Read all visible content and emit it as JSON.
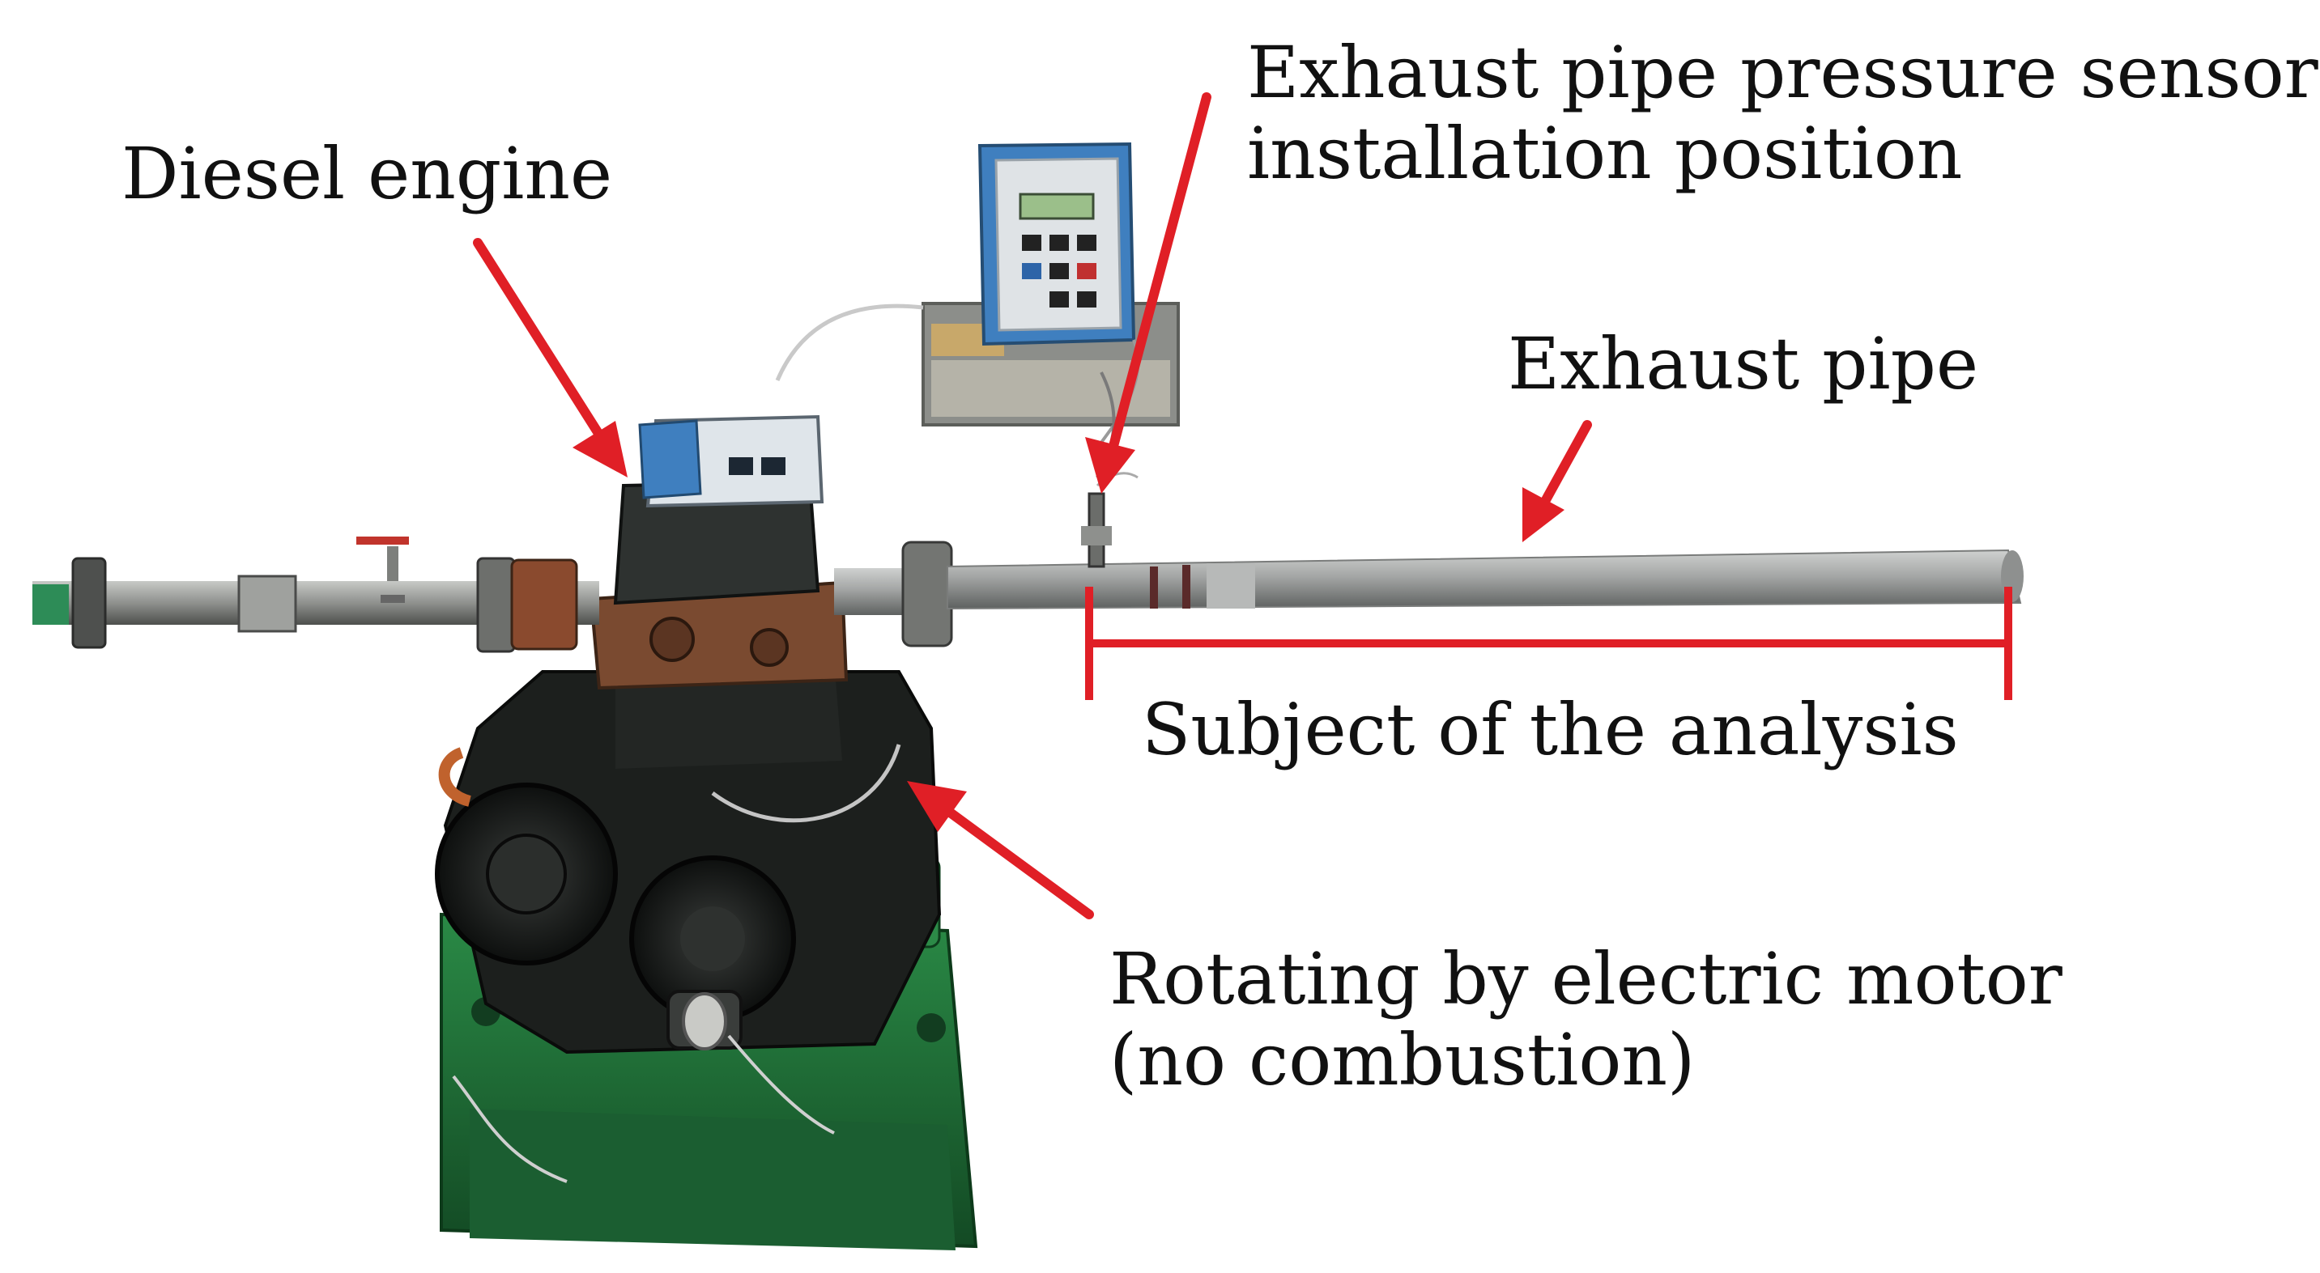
{
  "figure": {
    "labels": {
      "diesel_engine": "Diesel engine",
      "sensor_position": [
        "Exhaust pipe pressure sensor",
        "installation position"
      ],
      "exhaust_pipe": "Exhaust pipe",
      "subject": "Subject of the analysis",
      "motor": [
        "Rotating by electric motor",
        "(no combustion)"
      ]
    },
    "colors": {
      "annotation_red": "#e01f26",
      "text": "#111111",
      "pipe_steel": "#9a9c9b",
      "engine_block": "#1c1f1d",
      "stand_green": "#1e6f36",
      "controller_blue": "#3f7fbf"
    },
    "icons": {
      "arrows": "red-pointer-arrow",
      "dimension": "red-dimension-bracket"
    }
  }
}
